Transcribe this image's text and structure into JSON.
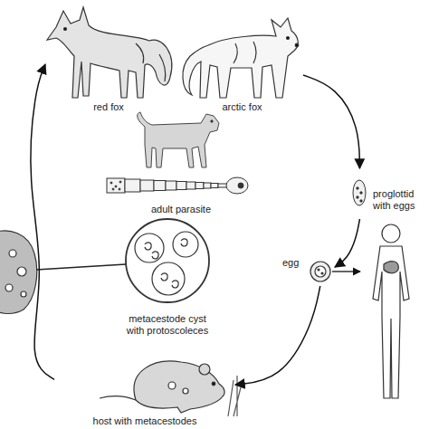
{
  "diagram": {
    "nodes": [
      {
        "text": [
          "red fox"
        ]
      },
      {
        "text": [
          "arctic fox"
        ]
      },
      {
        "text": [
          "adult parasite"
        ]
      },
      {
        "text": [
          "proglottid with eggs"
        ]
      },
      {
        "text": [
          "egg"
        ]
      },
      {
        "text": [
          "host with metacestodes"
        ]
      },
      {
        "text": [
          "metacestode cyst with protoscoleces"
        ]
      }
    ],
    "edges": [
      {
        "from": 1,
        "to": 3,
        "arrow": "to"
      },
      {
        "from": 3,
        "to": 4,
        "arrow": "to"
      },
      {
        "from": 4,
        "to": 5,
        "arrow": "to"
      },
      {
        "from": 5,
        "to": 0,
        "arrow": "to"
      }
    ]
  }
}
